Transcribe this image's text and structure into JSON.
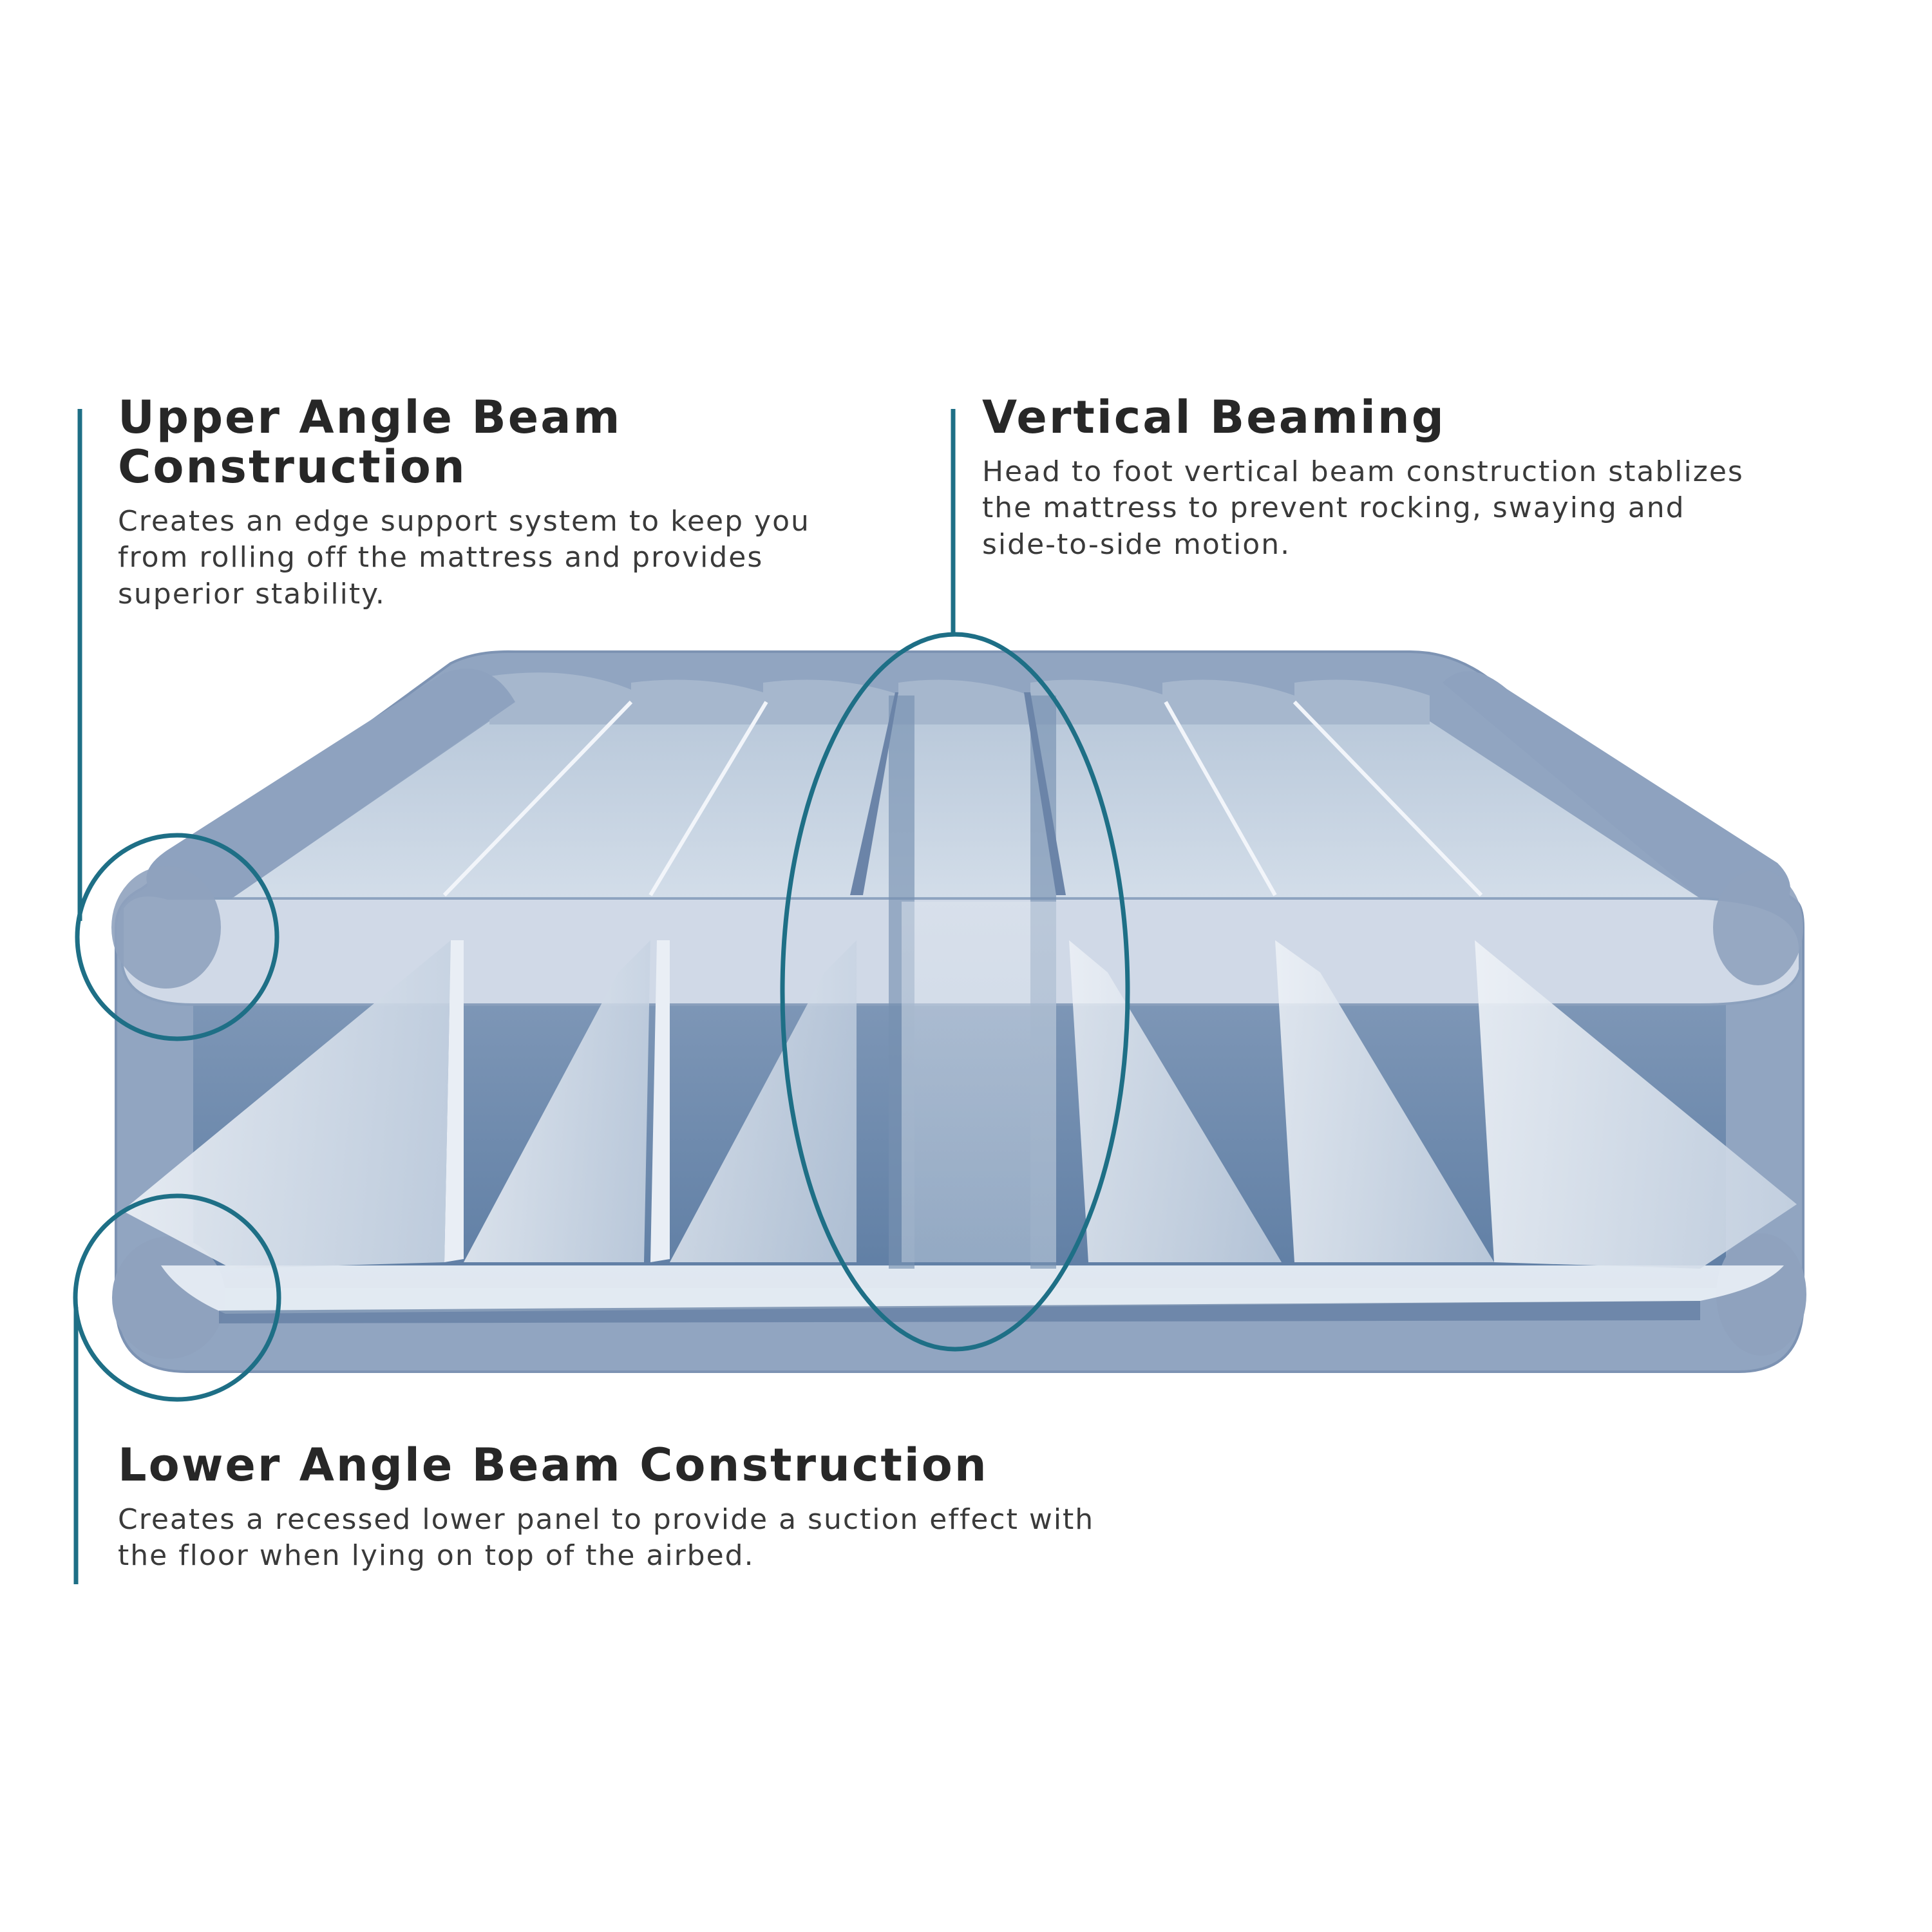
{
  "callouts": {
    "upper": {
      "heading": "Upper Angle Beam Construction",
      "lines": [
        "Creates an edge support system to keep you",
        "from rolling off the mattress and provides",
        "superior stability."
      ]
    },
    "vertical": {
      "heading": "Vertical Beaming",
      "lines": [
        "Head to foot vertical beam construction stablizes",
        "the mattress to prevent rocking, swaying and",
        "side-to-side motion."
      ]
    },
    "lower": {
      "heading": "Lower Angle Beam Construction",
      "lines": [
        "Creates a recessed lower panel to provide a suction effect with",
        "the floor when lying on top of the airbed."
      ]
    }
  },
  "colors": {
    "callout_line": "#1e6f86",
    "mattress_outer": "#8fa3bf",
    "mattress_dark": "#6f87a8",
    "mattress_light": "#c9d5e3",
    "beam_light": "#e4eaf2",
    "text": "#2b2b2b"
  }
}
